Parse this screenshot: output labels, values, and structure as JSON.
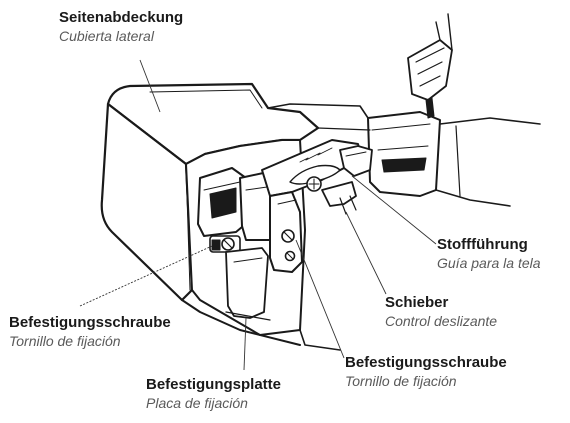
{
  "labels": {
    "side_cover": {
      "de": "Seitenabdeckung",
      "es": "Cubierta lateral"
    },
    "fabric_guide": {
      "de": "Stoffführung",
      "es": "Guía para la tela"
    },
    "slider": {
      "de": "Schieber",
      "es": "Control deslizante"
    },
    "screw_left": {
      "de": "Befestigungsschraube",
      "es": "Tornillo de fijación"
    },
    "screw_right": {
      "de": "Befestigungsschraube",
      "es": "Tornillo de fijación"
    },
    "plate": {
      "de": "Befestigungsplatte",
      "es": "Placa de fijación"
    }
  }
}
